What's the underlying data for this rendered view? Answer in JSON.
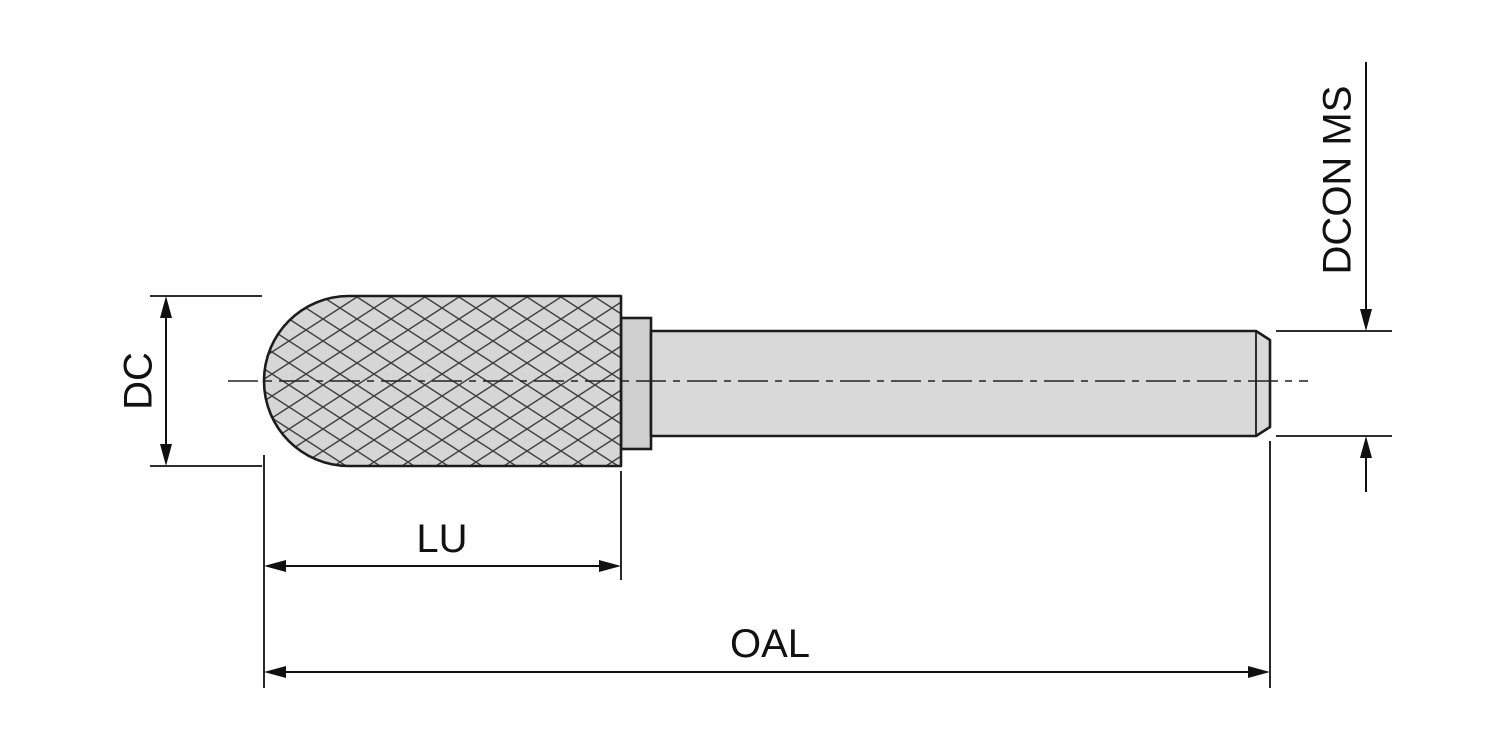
{
  "diagram": {
    "type": "technical-drawing",
    "subject": "ball-nose cylindrical carbide burr with shank, dimensioned",
    "labels": {
      "diameter": "DC",
      "cut_length": "LU",
      "overall_length": "OAL",
      "shank_diameter": "DCON MS"
    },
    "colors": {
      "line": "#1c1c1c",
      "part_fill": "#d6d6d6",
      "collar_fill": "#cfcfcf",
      "shank_fill": "#d9d9d9",
      "hatch_line": "#3f3f3f",
      "background": "#ffffff"
    }
  }
}
